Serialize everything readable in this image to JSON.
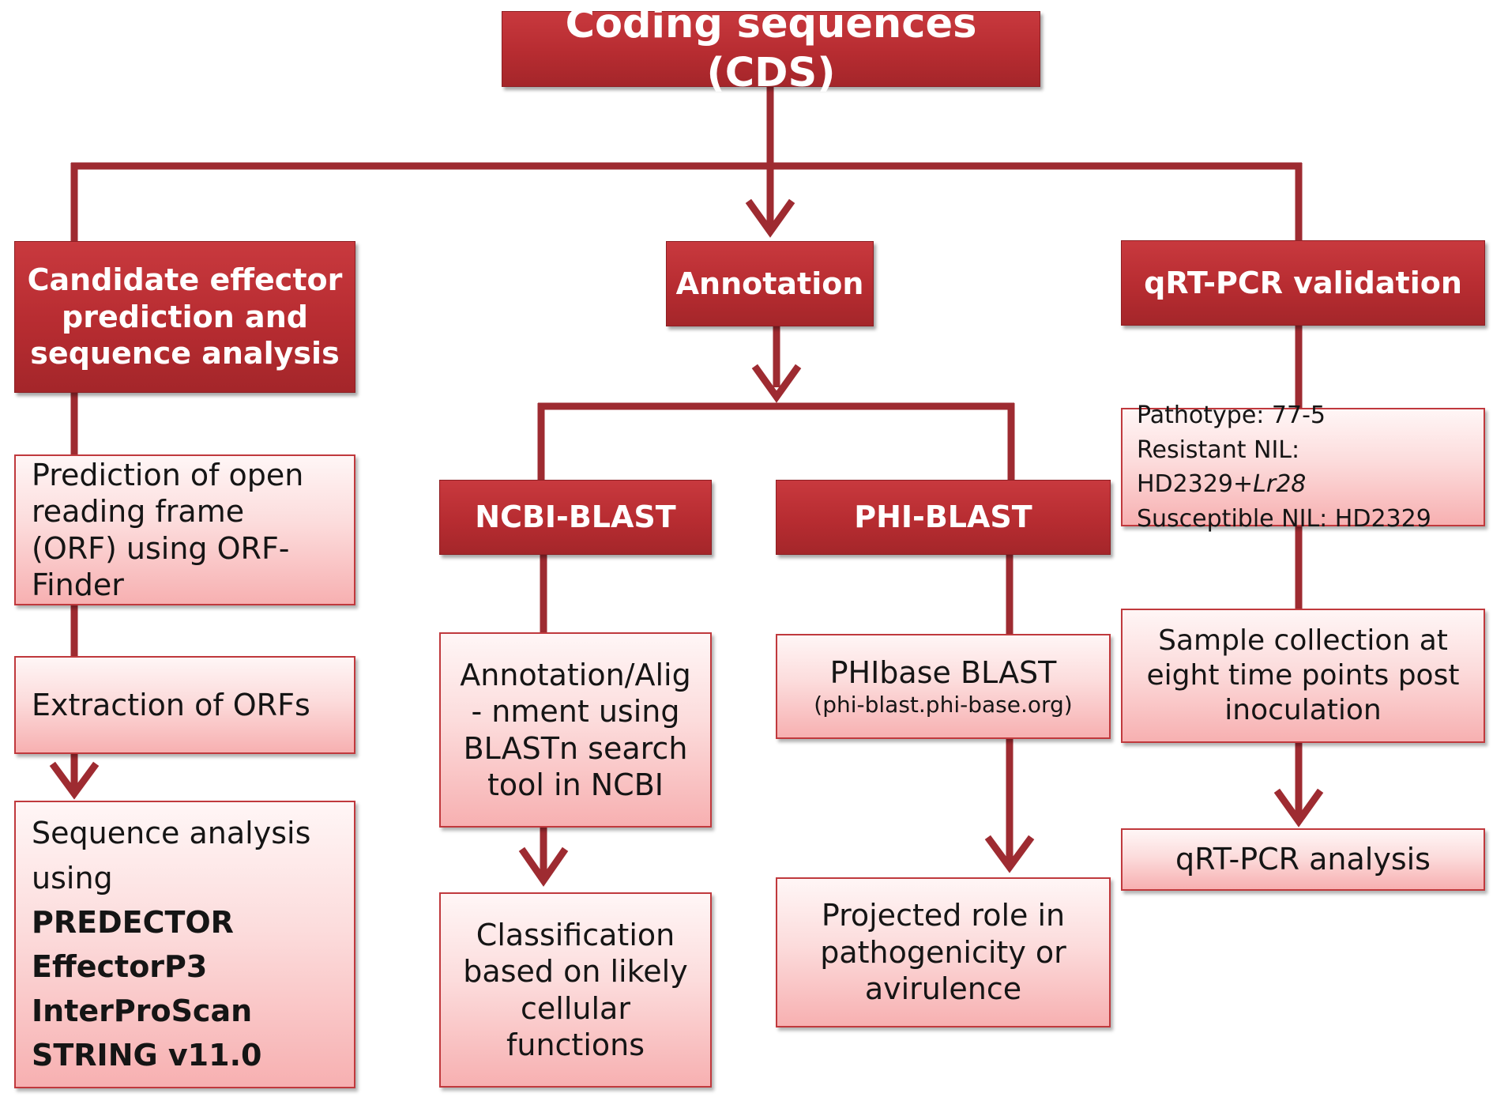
{
  "diagram": {
    "root": "Coding sequences (CDS)",
    "branches": {
      "left": {
        "title": "Candidate effector prediction and sequence analysis",
        "steps": [
          "Prediction of open reading frame (ORF) using ORF-Finder",
          "Extraction of ORFs"
        ],
        "tools": {
          "intro_1": "Sequence analysis",
          "intro_2": "using",
          "items": [
            "PREDECTOR",
            "EffectorP3",
            "InterProScan",
            "STRING v11.0"
          ]
        }
      },
      "middle": {
        "title": "Annotation",
        "ncbi": {
          "title": "NCBI-BLAST",
          "step_lines": [
            "Annotation/Alig",
            "- nment using",
            "BLASTn search",
            "tool in NCBI"
          ],
          "result": "Classification based on likely cellular functions"
        },
        "phi": {
          "title": "PHI-BLAST",
          "step_title": "PHIbase BLAST",
          "step_url": "(phi-blast.phi-base.org)",
          "result": "Projected role in pathogenicity or avirulence"
        }
      },
      "right": {
        "title": "qRT-PCR validation",
        "info": {
          "pathotype": "Pathotype: 77-5",
          "resistant_prefix": "Resistant NIL: HD2329+",
          "resistant_gene": "Lr28",
          "susceptible": "Susceptible NIL: HD2329"
        },
        "sample": "Sample collection at eight time points post inoculation",
        "analysis": "qRT-PCR analysis"
      }
    },
    "colors": {
      "header_red": "#b72c31",
      "connector": "#9e2b31",
      "box_pink": "#fcdcdc",
      "box_border": "#c0393d"
    }
  }
}
